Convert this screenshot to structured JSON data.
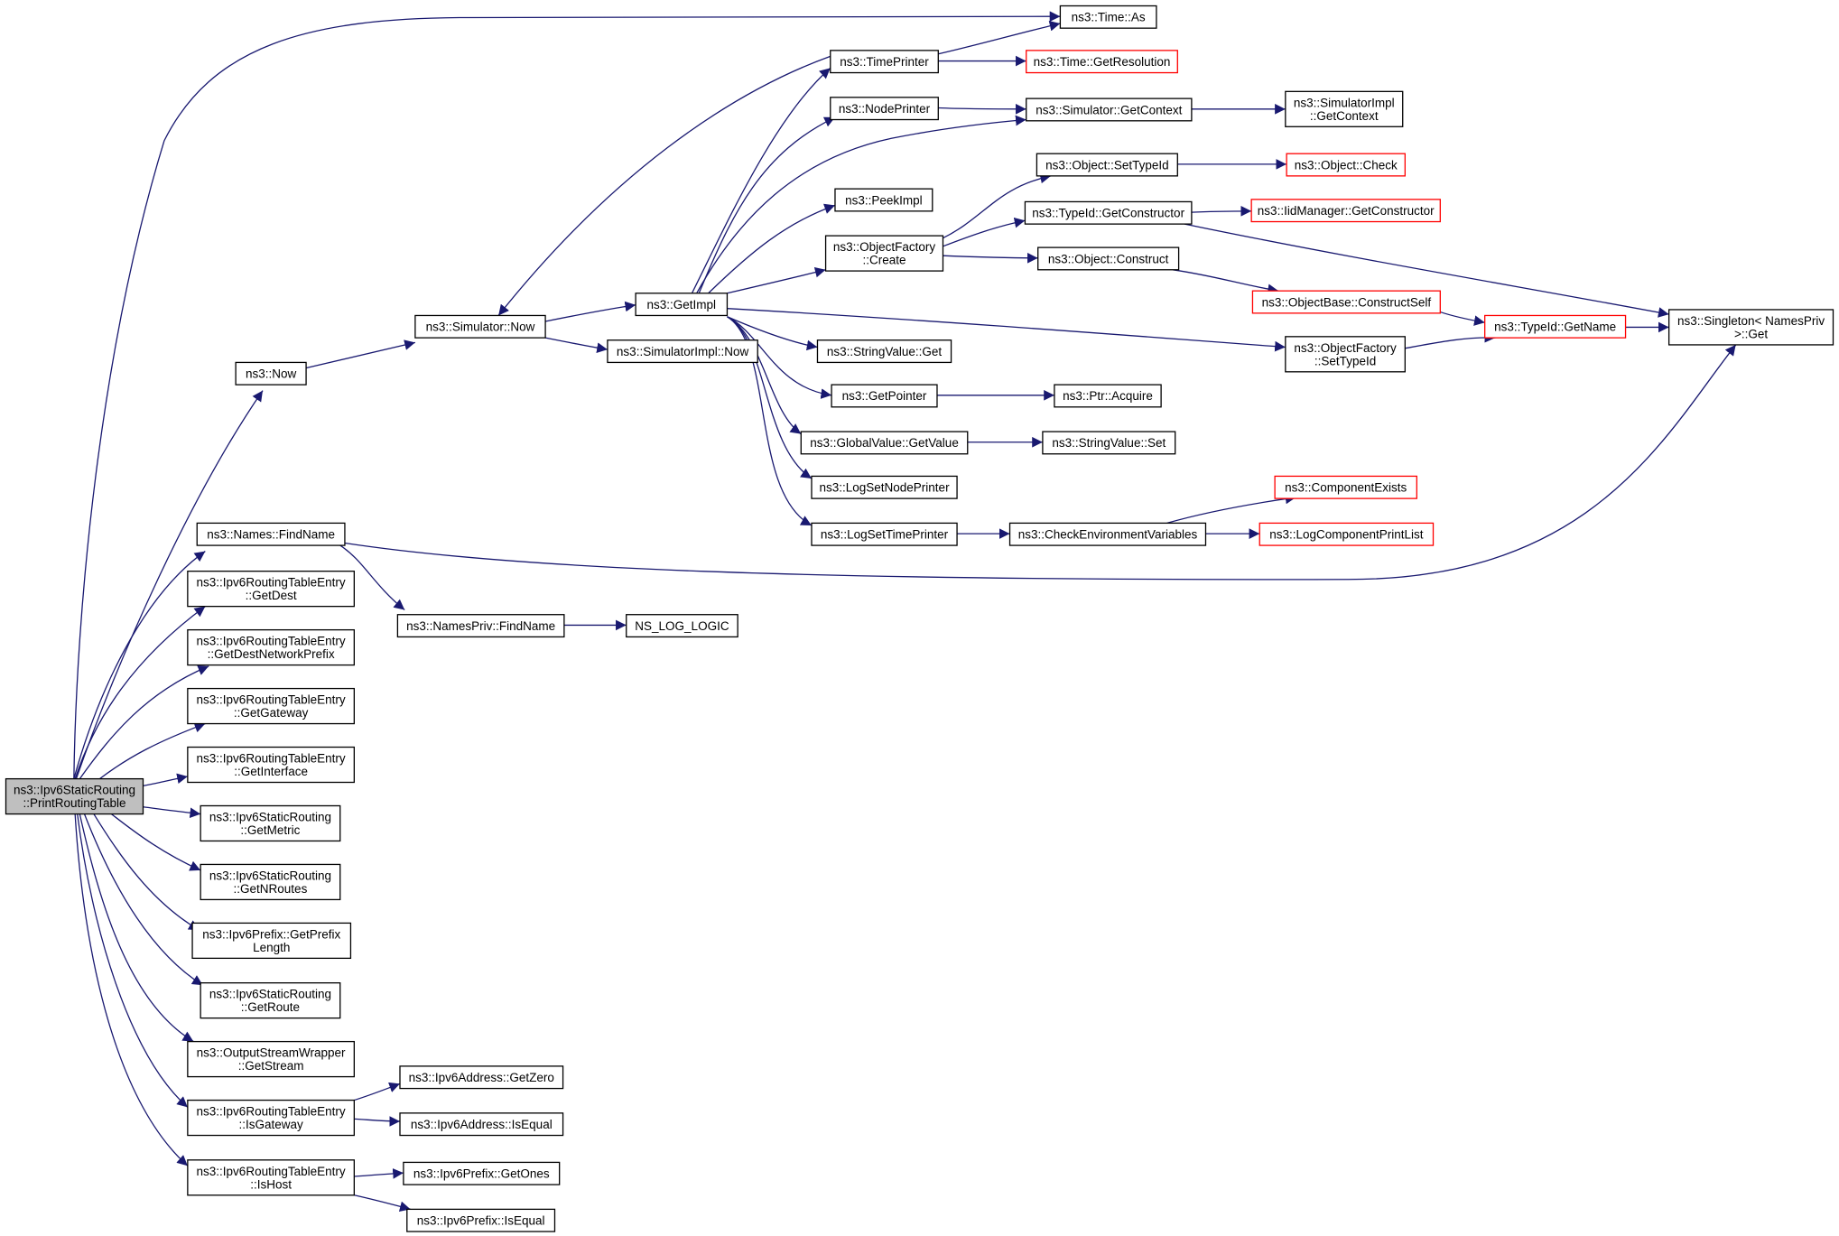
{
  "colors": {
    "edge": "#191970",
    "node_border": "#000000",
    "truncated_border": "#ff0000",
    "root_fill": "#bfbfbf",
    "node_fill": "#ffffff"
  },
  "nodes": [
    {
      "id": "root",
      "lines": [
        "ns3::Ipv6StaticRouting",
        "::PrintRoutingTable"
      ],
      "root": true
    },
    {
      "id": "now",
      "lines": [
        "ns3::Now"
      ]
    },
    {
      "id": "findname",
      "lines": [
        "ns3::Names::FindName"
      ]
    },
    {
      "id": "getdest",
      "lines": [
        "ns3::Ipv6RoutingTableEntry",
        "::GetDest"
      ]
    },
    {
      "id": "getdestnp",
      "lines": [
        "ns3::Ipv6RoutingTableEntry",
        "::GetDestNetworkPrefix"
      ]
    },
    {
      "id": "getgateway",
      "lines": [
        "ns3::Ipv6RoutingTableEntry",
        "::GetGateway"
      ]
    },
    {
      "id": "getinterface",
      "lines": [
        "ns3::Ipv6RoutingTableEntry",
        "::GetInterface"
      ]
    },
    {
      "id": "getmetric",
      "lines": [
        "ns3::Ipv6StaticRouting",
        "::GetMetric"
      ]
    },
    {
      "id": "getnroutes",
      "lines": [
        "ns3::Ipv6StaticRouting",
        "::GetNRoutes"
      ]
    },
    {
      "id": "getprefixlen",
      "lines": [
        "ns3::Ipv6Prefix::GetPrefix",
        "Length"
      ]
    },
    {
      "id": "getroute",
      "lines": [
        "ns3::Ipv6StaticRouting",
        "::GetRoute"
      ]
    },
    {
      "id": "getstream",
      "lines": [
        "ns3::OutputStreamWrapper",
        "::GetStream"
      ]
    },
    {
      "id": "isgateway",
      "lines": [
        "ns3::Ipv6RoutingTableEntry",
        "::IsGateway"
      ]
    },
    {
      "id": "ishost",
      "lines": [
        "ns3::Ipv6RoutingTableEntry",
        "::IsHost"
      ]
    },
    {
      "id": "simnow",
      "lines": [
        "ns3::Simulator::Now"
      ]
    },
    {
      "id": "namesprivfind",
      "lines": [
        "ns3::NamesPriv::FindName"
      ]
    },
    {
      "id": "nslog",
      "lines": [
        "NS_LOG_LOGIC"
      ]
    },
    {
      "id": "getzero",
      "lines": [
        "ns3::Ipv6Address::GetZero"
      ]
    },
    {
      "id": "addrisequal",
      "lines": [
        "ns3::Ipv6Address::IsEqual"
      ]
    },
    {
      "id": "getones",
      "lines": [
        "ns3::Ipv6Prefix::GetOnes"
      ]
    },
    {
      "id": "prefixisequal",
      "lines": [
        "ns3::Ipv6Prefix::IsEqual"
      ]
    },
    {
      "id": "getimpl",
      "lines": [
        "ns3::GetImpl"
      ]
    },
    {
      "id": "simimplnow",
      "lines": [
        "ns3::SimulatorImpl::Now"
      ]
    },
    {
      "id": "timeas",
      "lines": [
        "ns3::Time::As"
      ]
    },
    {
      "id": "timeprinter",
      "lines": [
        "ns3::TimePrinter"
      ]
    },
    {
      "id": "getresolution",
      "lines": [
        "ns3::Time::GetResolution"
      ],
      "truncated": true
    },
    {
      "id": "nodeprinter",
      "lines": [
        "ns3::NodePrinter"
      ]
    },
    {
      "id": "simgetcontext",
      "lines": [
        "ns3::Simulator::GetContext"
      ]
    },
    {
      "id": "simimplgetcontext",
      "lines": [
        "ns3::SimulatorImpl",
        "::GetContext"
      ]
    },
    {
      "id": "peekimpl",
      "lines": [
        "ns3::PeekImpl"
      ]
    },
    {
      "id": "ofcreate",
      "lines": [
        "ns3::ObjectFactory",
        "::Create"
      ]
    },
    {
      "id": "objsettypeid",
      "lines": [
        "ns3::Object::SetTypeId"
      ]
    },
    {
      "id": "objcheck",
      "lines": [
        "ns3::Object::Check"
      ],
      "truncated": true
    },
    {
      "id": "tidgetctor",
      "lines": [
        "ns3::TypeId::GetConstructor"
      ]
    },
    {
      "id": "iidgetctor",
      "lines": [
        "ns3::IidManager::GetConstructor"
      ],
      "truncated": true
    },
    {
      "id": "objconstruct",
      "lines": [
        "ns3::Object::Construct"
      ]
    },
    {
      "id": "constructself",
      "lines": [
        "ns3::ObjectBase::ConstructSelf"
      ],
      "truncated": true
    },
    {
      "id": "tidgetname",
      "lines": [
        "ns3::TypeId::GetName"
      ],
      "truncated": true
    },
    {
      "id": "singletonget",
      "lines": [
        "ns3::Singleton< NamesPriv",
        ">::Get"
      ]
    },
    {
      "id": "ofsettypeid",
      "lines": [
        "ns3::ObjectFactory",
        "::SetTypeId"
      ]
    },
    {
      "id": "strvalget",
      "lines": [
        "ns3::StringValue::Get"
      ]
    },
    {
      "id": "getpointer",
      "lines": [
        "ns3::GetPointer"
      ]
    },
    {
      "id": "ptracquire",
      "lines": [
        "ns3::Ptr::Acquire"
      ]
    },
    {
      "id": "gvgetvalue",
      "lines": [
        "ns3::GlobalValue::GetValue"
      ]
    },
    {
      "id": "strvalset",
      "lines": [
        "ns3::StringValue::Set"
      ]
    },
    {
      "id": "logsetnode",
      "lines": [
        "ns3::LogSetNodePrinter"
      ]
    },
    {
      "id": "logsettime",
      "lines": [
        "ns3::LogSetTimePrinter"
      ]
    },
    {
      "id": "checkenv",
      "lines": [
        "ns3::CheckEnvironmentVariables"
      ]
    },
    {
      "id": "compexists",
      "lines": [
        "ns3::ComponentExists"
      ],
      "truncated": true
    },
    {
      "id": "logcompprint",
      "lines": [
        "ns3::LogComponentPrintList"
      ],
      "truncated": true
    }
  ]
}
